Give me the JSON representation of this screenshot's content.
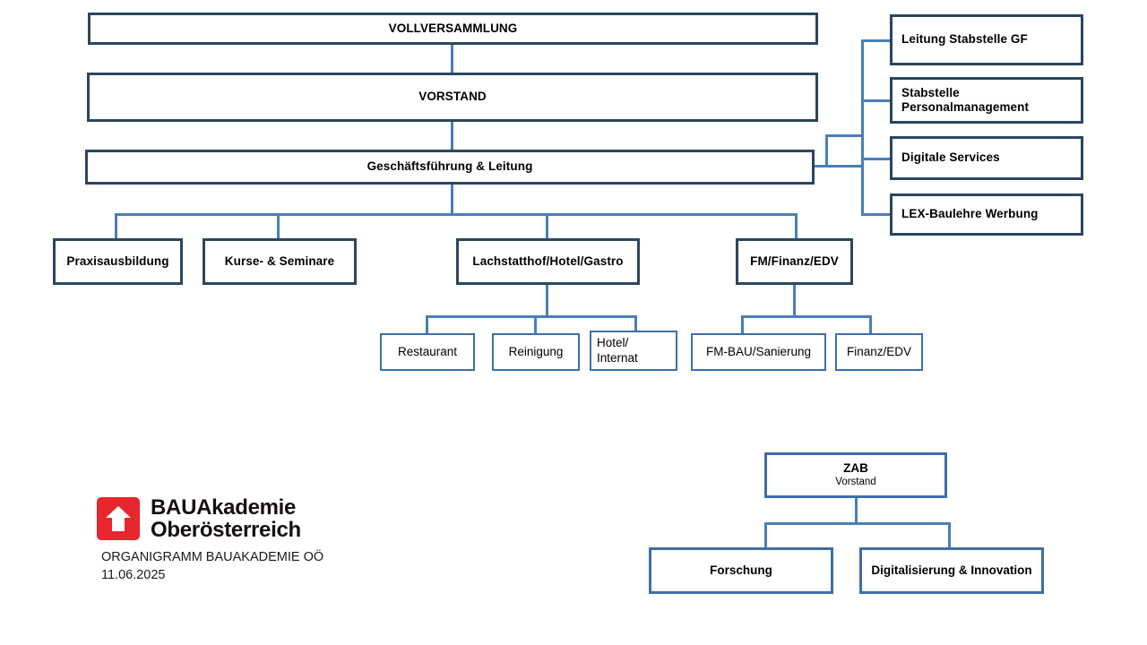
{
  "document": {
    "title": "ORGANIGRAMM BAUAKADEMIE OÖ",
    "date": "11.06.2025",
    "caption": "ORGANIGRAMM BAUAKADEMIE OÖ\n11.06.2025"
  },
  "brand": {
    "name_line1": "BAUAkademie",
    "name_line2": "Oberösterreich",
    "logo_icon": "up-arrow-icon",
    "logo_color": "#e8262d"
  },
  "colors": {
    "box_border_primary": "#2b4660",
    "box_border_secondary": "#3d6fa8",
    "connector": "#4a7ebb",
    "background": "#ffffff",
    "text": "#000000"
  },
  "hierarchy": {
    "assembly": {
      "label": "VOLLVERSAMMLUNG"
    },
    "board": {
      "label": "VORSTAND"
    },
    "management": {
      "label": "Geschäftsführung & Leitung"
    },
    "staff_units": [
      {
        "label": "Leitung Stabstelle GF"
      },
      {
        "label": "Stabstelle Personalmanagement"
      },
      {
        "label": "Digitale Services"
      },
      {
        "label": "LEX-Baulehre Werbung"
      }
    ],
    "departments": [
      {
        "label": "Praxisausbildung",
        "children": []
      },
      {
        "label": "Kurse- & Seminare",
        "children": []
      },
      {
        "label": "Lachstatthof/Hotel/Gastro",
        "children": [
          {
            "label": "Restaurant"
          },
          {
            "label": "Reinigung"
          },
          {
            "label": "Hotel/\nInternat"
          }
        ]
      },
      {
        "label": "FM/Finanz/EDV",
        "children": [
          {
            "label": "FM-BAU/Sanierung"
          },
          {
            "label": "Finanz/EDV"
          }
        ]
      }
    ]
  },
  "zab": {
    "root": {
      "label": "ZAB",
      "subtitle": "Vorstand"
    },
    "children": [
      {
        "label": "Forschung"
      },
      {
        "label": "Digitalisierung & Innovation"
      }
    ]
  }
}
